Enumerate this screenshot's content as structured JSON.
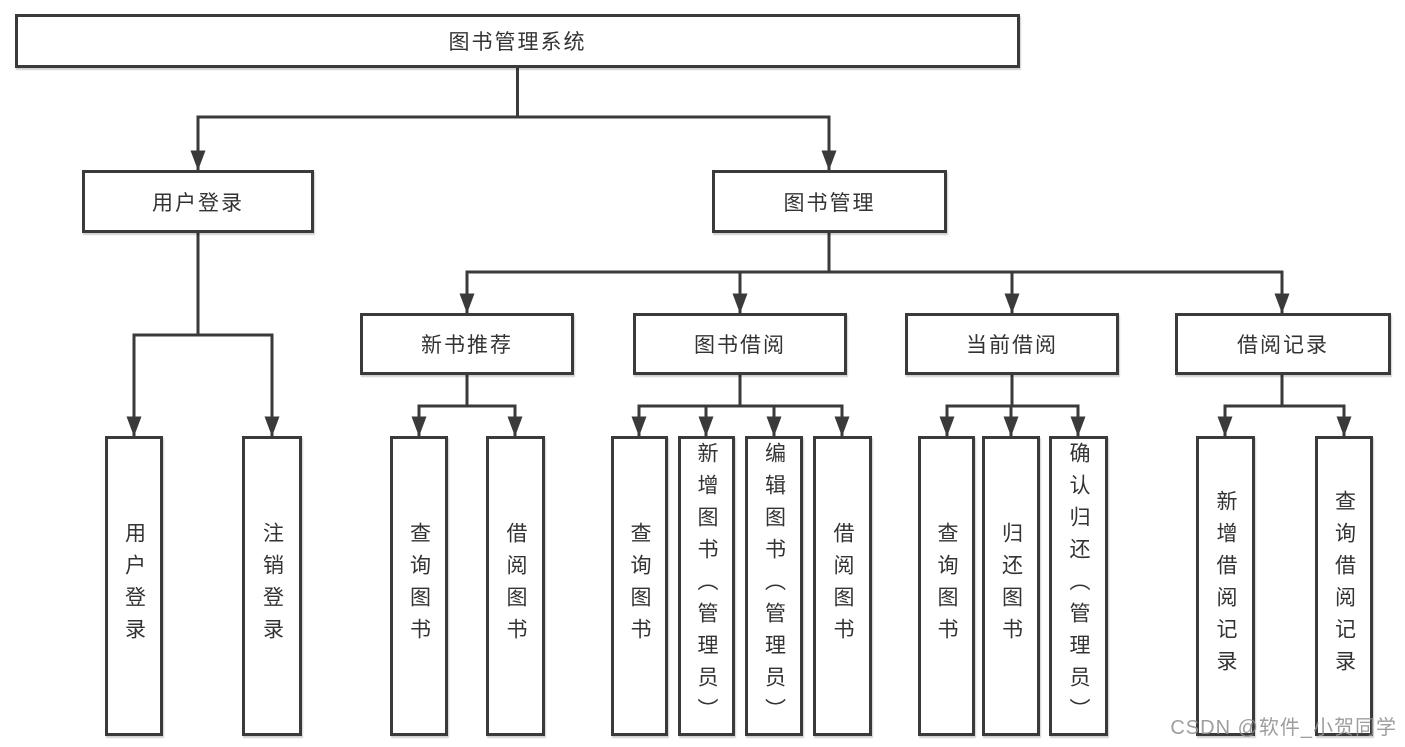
{
  "diagram": {
    "root": {
      "label": "图书管理系统"
    },
    "children": [
      {
        "label": "用户登录",
        "children": [
          {
            "label": "用户登录"
          },
          {
            "label": "注销登录"
          }
        ]
      },
      {
        "label": "图书管理",
        "children": [
          {
            "label": "新书推荐",
            "children": [
              {
                "label": "查询图书"
              },
              {
                "label": "借阅图书"
              }
            ]
          },
          {
            "label": "图书借阅",
            "children": [
              {
                "label": "查询图书"
              },
              {
                "label": "新增图书（管理员）"
              },
              {
                "label": "编辑图书（管理员）"
              },
              {
                "label": "借阅图书"
              }
            ]
          },
          {
            "label": "当前借阅",
            "children": [
              {
                "label": "查询图书"
              },
              {
                "label": "归还图书"
              },
              {
                "label": "确认归还（管理员）"
              }
            ]
          },
          {
            "label": "借阅记录",
            "children": [
              {
                "label": "新增借阅记录"
              },
              {
                "label": "查询借阅记录"
              }
            ]
          }
        ]
      }
    ]
  },
  "watermark": {
    "text": "CSDN @软件_小贺同学"
  },
  "colors": {
    "line": "#3a3a3a",
    "text": "#333333",
    "watermark": "#919191",
    "background": "#ffffff"
  }
}
